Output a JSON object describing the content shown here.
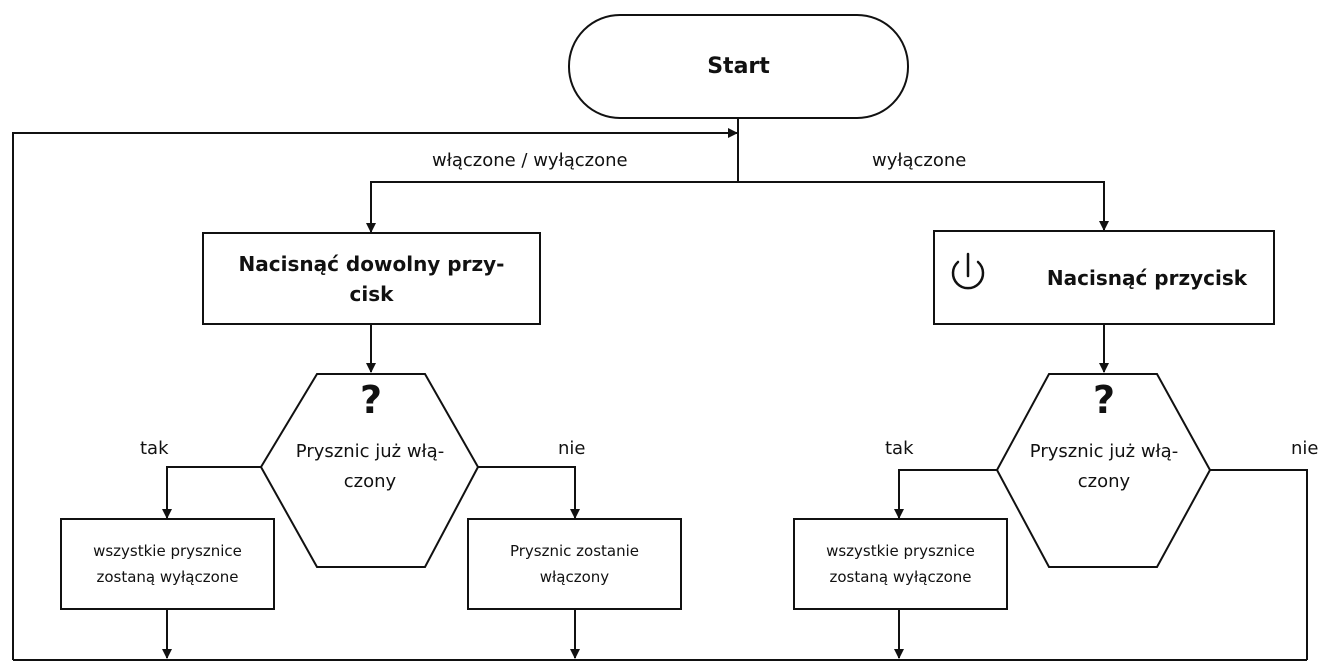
{
  "start": {
    "label": "Start"
  },
  "edges": {
    "left_branch": "włączone / wyłączone",
    "right_branch": "wyłączone",
    "yes_left": "tak",
    "no_left": "nie",
    "yes_right": "tak",
    "no_right": "nie"
  },
  "left": {
    "action": "Nacisnąć dowolny przy-\ncisk",
    "decision_mark": "?",
    "decision": "Prysznic już włą-\nczony",
    "yes_result": "wszystkie prysznice\nzostaną wyłączone",
    "no_result": "Prysznic zostanie\nwłączony"
  },
  "right": {
    "action": "Nacisnąć przycisk",
    "action_icon": "power-icon",
    "decision_mark": "?",
    "decision": "Prysznic już włą-\nczony",
    "yes_result": "wszystkie prysznice\nzostaną wyłączone"
  }
}
